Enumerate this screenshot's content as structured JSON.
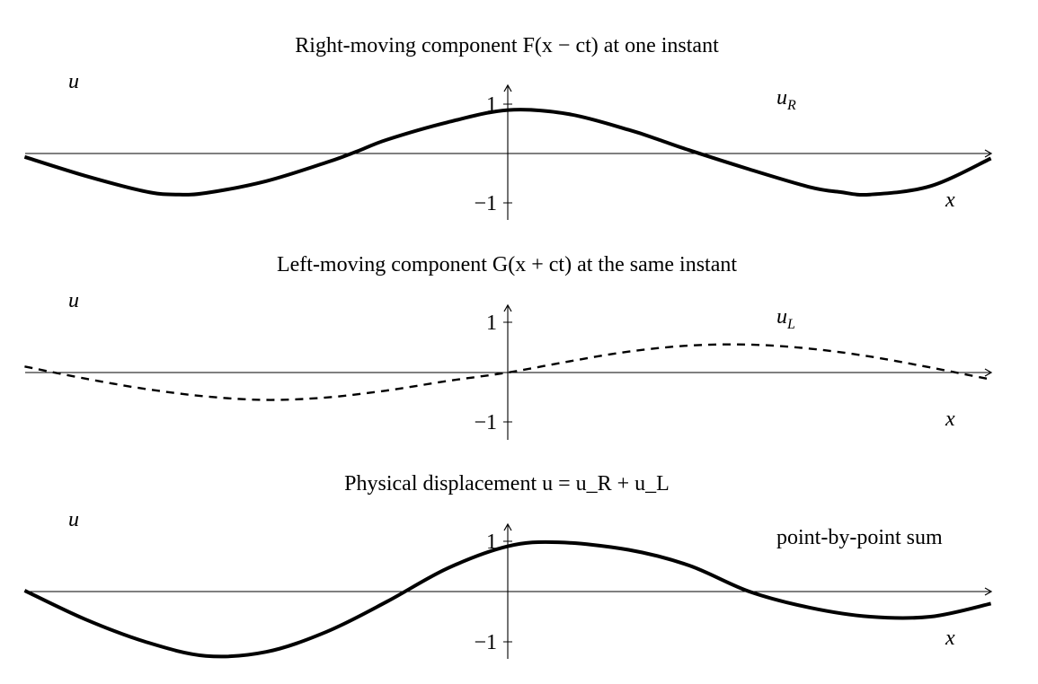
{
  "chart_data": [
    {
      "type": "line",
      "title": "Right-moving component F(x − ct) at one instant",
      "ylabel": "u",
      "xlabel": "x",
      "series_label": "u",
      "series_label_sub": "R",
      "yticks": [
        {
          "value": 1,
          "label": "1"
        },
        {
          "value": -1,
          "label": "−1"
        }
      ],
      "ylim": [
        -1.3,
        1.4
      ],
      "xlim": [
        -9.6,
        9.6
      ],
      "line_style": "solid",
      "series": [
        {
          "x": [
            -9.6,
            -8.4,
            -7.2,
            -6.6,
            -6.0,
            -4.8,
            -3.6,
            -3.0,
            -2.4,
            -1.2,
            0.0,
            1.2,
            2.4,
            3.0,
            3.6,
            4.8,
            6.0,
            6.6,
            7.2,
            8.4,
            9.6
          ],
          "y": [
            -0.07,
            -0.45,
            -0.77,
            -0.83,
            -0.8,
            -0.56,
            -0.18,
            0.04,
            0.28,
            0.63,
            0.88,
            0.8,
            0.48,
            0.28,
            0.07,
            -0.32,
            -0.68,
            -0.78,
            -0.83,
            -0.66,
            -0.1
          ]
        }
      ]
    },
    {
      "type": "line",
      "title": "Left-moving component G(x + ct) at the same instant",
      "ylabel": "u",
      "xlabel": "x",
      "series_label": "u",
      "series_label_sub": "L",
      "yticks": [
        {
          "value": 1,
          "label": "1"
        },
        {
          "value": -1,
          "label": "−1"
        }
      ],
      "ylim": [
        -1.3,
        1.4
      ],
      "xlim": [
        -9.6,
        9.6
      ],
      "line_style": "dashed",
      "series": [
        {
          "x": [
            -9.6,
            -8.4,
            -7.2,
            -6.0,
            -4.8,
            -3.6,
            -2.4,
            -1.2,
            0.0,
            1.2,
            2.4,
            3.6,
            4.8,
            6.0,
            7.2,
            8.4,
            9.6
          ],
          "y": [
            0.12,
            -0.12,
            -0.33,
            -0.48,
            -0.55,
            -0.5,
            -0.36,
            -0.17,
            0.0,
            0.22,
            0.42,
            0.54,
            0.56,
            0.48,
            0.32,
            0.1,
            -0.14
          ]
        }
      ]
    },
    {
      "type": "line",
      "title": "Physical displacement u = u_R + u_L",
      "ylabel": "u",
      "xlabel": "x",
      "annotation": "point-by-point sum",
      "yticks": [
        {
          "value": 1,
          "label": "1"
        },
        {
          "value": -1,
          "label": "−1"
        }
      ],
      "ylim": [
        -1.3,
        1.4
      ],
      "xlim": [
        -9.6,
        9.6
      ],
      "line_style": "solid",
      "series": [
        {
          "x": [
            -9.6,
            -8.4,
            -7.2,
            -6.0,
            -4.8,
            -3.6,
            -2.4,
            -1.2,
            0.0,
            1.0,
            2.4,
            3.6,
            4.8,
            6.0,
            7.2,
            8.4,
            9.6
          ],
          "y": [
            0.02,
            -0.55,
            -1.0,
            -1.28,
            -1.2,
            -0.8,
            -0.2,
            0.46,
            0.9,
            0.98,
            0.83,
            0.52,
            0.0,
            -0.32,
            -0.5,
            -0.5,
            -0.24
          ]
        }
      ]
    }
  ]
}
